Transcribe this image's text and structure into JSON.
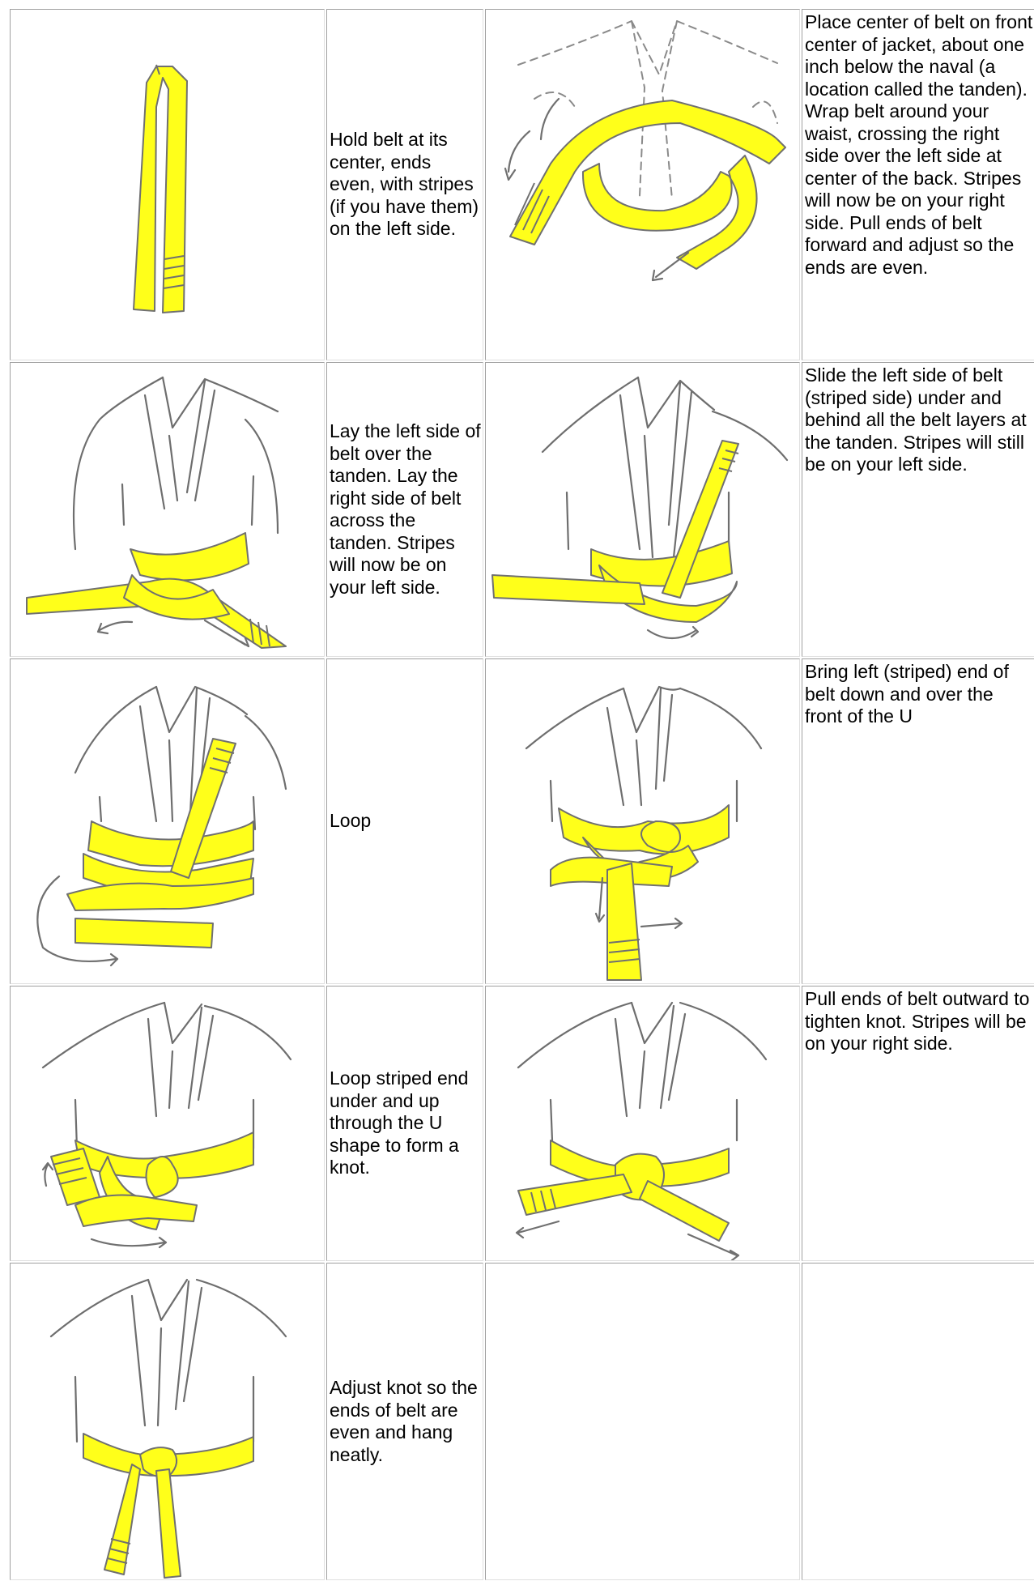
{
  "steps": [
    {
      "text": "Hold belt at its center, ends even, with stripes (if you have them) on the left side.",
      "icon": "belt-held-at-center"
    },
    {
      "text": "Place center of belt on front center of jacket, about one inch below the naval (a location called the tanden). Wrap belt around your waist, crossing the right side over the left side at center of the back. Stripes will now be on your right side. Pull ends of belt forward and adjust so the ends are even.",
      "icon": "belt-wrapped-around-waist"
    },
    {
      "text": "Lay the left side of belt over the tanden. Lay the right side of belt across the tanden. Stripes will now be on your left side.",
      "icon": "belt-crossed-over-tanden"
    },
    {
      "text": "Slide the left side of belt (striped side) under and behind all the belt layers at the tanden. Stripes will still be on your left side.",
      "icon": "belt-end-slid-under-layers"
    },
    {
      "text": "Loop",
      "icon": "belt-loop"
    },
    {
      "text": "Bring left (striped) end of belt down and over the front of the U",
      "icon": "belt-end-over-u"
    },
    {
      "text": "Loop striped end under and up through the U shape to form a knot.",
      "icon": "belt-end-through-u"
    },
    {
      "text": "Pull ends of belt outward to tighten knot. Stripes will be on your right side.",
      "icon": "belt-knot-tightened"
    },
    {
      "text": "Adjust knot so the ends of belt are even and hang neatly.",
      "icon": "belt-knot-adjusted"
    }
  ],
  "colors": {
    "belt": "#ffff1a",
    "outline": "#6e6e6e",
    "border": "#a0a0a0"
  }
}
